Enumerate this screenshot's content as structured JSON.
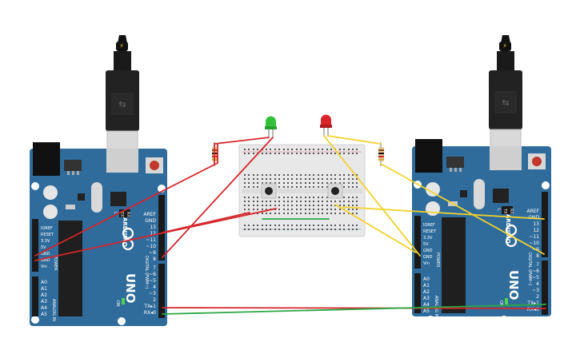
{
  "boards": [
    {
      "model": "UNO",
      "brand": "ARDUINO",
      "power_header": [
        "IOREF",
        "RESET",
        "3.3V",
        "5V",
        "GND",
        "GND",
        "Vin"
      ],
      "power_label": "POWER",
      "analog_header": [
        "A0",
        "A1",
        "A2",
        "A3",
        "A4",
        "A5"
      ],
      "analog_label": "ANALOG IN",
      "digital_top": [
        "AREF",
        "GND",
        "13",
        "12",
        "~11",
        "~10",
        "~9",
        "8"
      ],
      "digital_bottom": [
        "7",
        "~6",
        "~5",
        "4",
        "~3",
        "2",
        "TX▸1",
        "RX◂0"
      ],
      "digital_label": "DIGITAL (PWM~)",
      "leds": [
        "L",
        "TX",
        "RX"
      ],
      "on_label": "ON"
    },
    {
      "model": "UNO",
      "brand": "ARDUINO",
      "power_header": [
        "IOREF",
        "RESET",
        "3.3V",
        "5V",
        "GND",
        "GND",
        "Vin"
      ],
      "power_label": "POWER",
      "analog_header": [
        "A0",
        "A1",
        "A2",
        "A3",
        "A4",
        "A5"
      ],
      "analog_label": "ANALOG IN",
      "digital_top": [
        "AREF",
        "GND",
        "13",
        "12",
        "~11",
        "~10",
        "~9",
        "8"
      ],
      "digital_bottom": [
        "7",
        "~6",
        "~5",
        "4",
        "~3",
        "2",
        "TX▸1",
        "RX◂0"
      ],
      "digital_label": "DIGITAL (PWM~)",
      "leds": [
        "L",
        "TX",
        "RX"
      ],
      "on_label": "ON"
    }
  ],
  "colors": {
    "board": "#2f6c9c",
    "wire_red": "#d6262c",
    "wire_yellow": "#f2d22e",
    "wire_green": "#2aa845",
    "led_green": "#33c13a",
    "led_red": "#d9252b",
    "breadboard": "#e8e8e8"
  },
  "components": [
    "usb-cable",
    "usb-cable",
    "resistor",
    "resistor",
    "green-led",
    "red-led",
    "pushbutton",
    "pushbutton",
    "breadboard"
  ]
}
